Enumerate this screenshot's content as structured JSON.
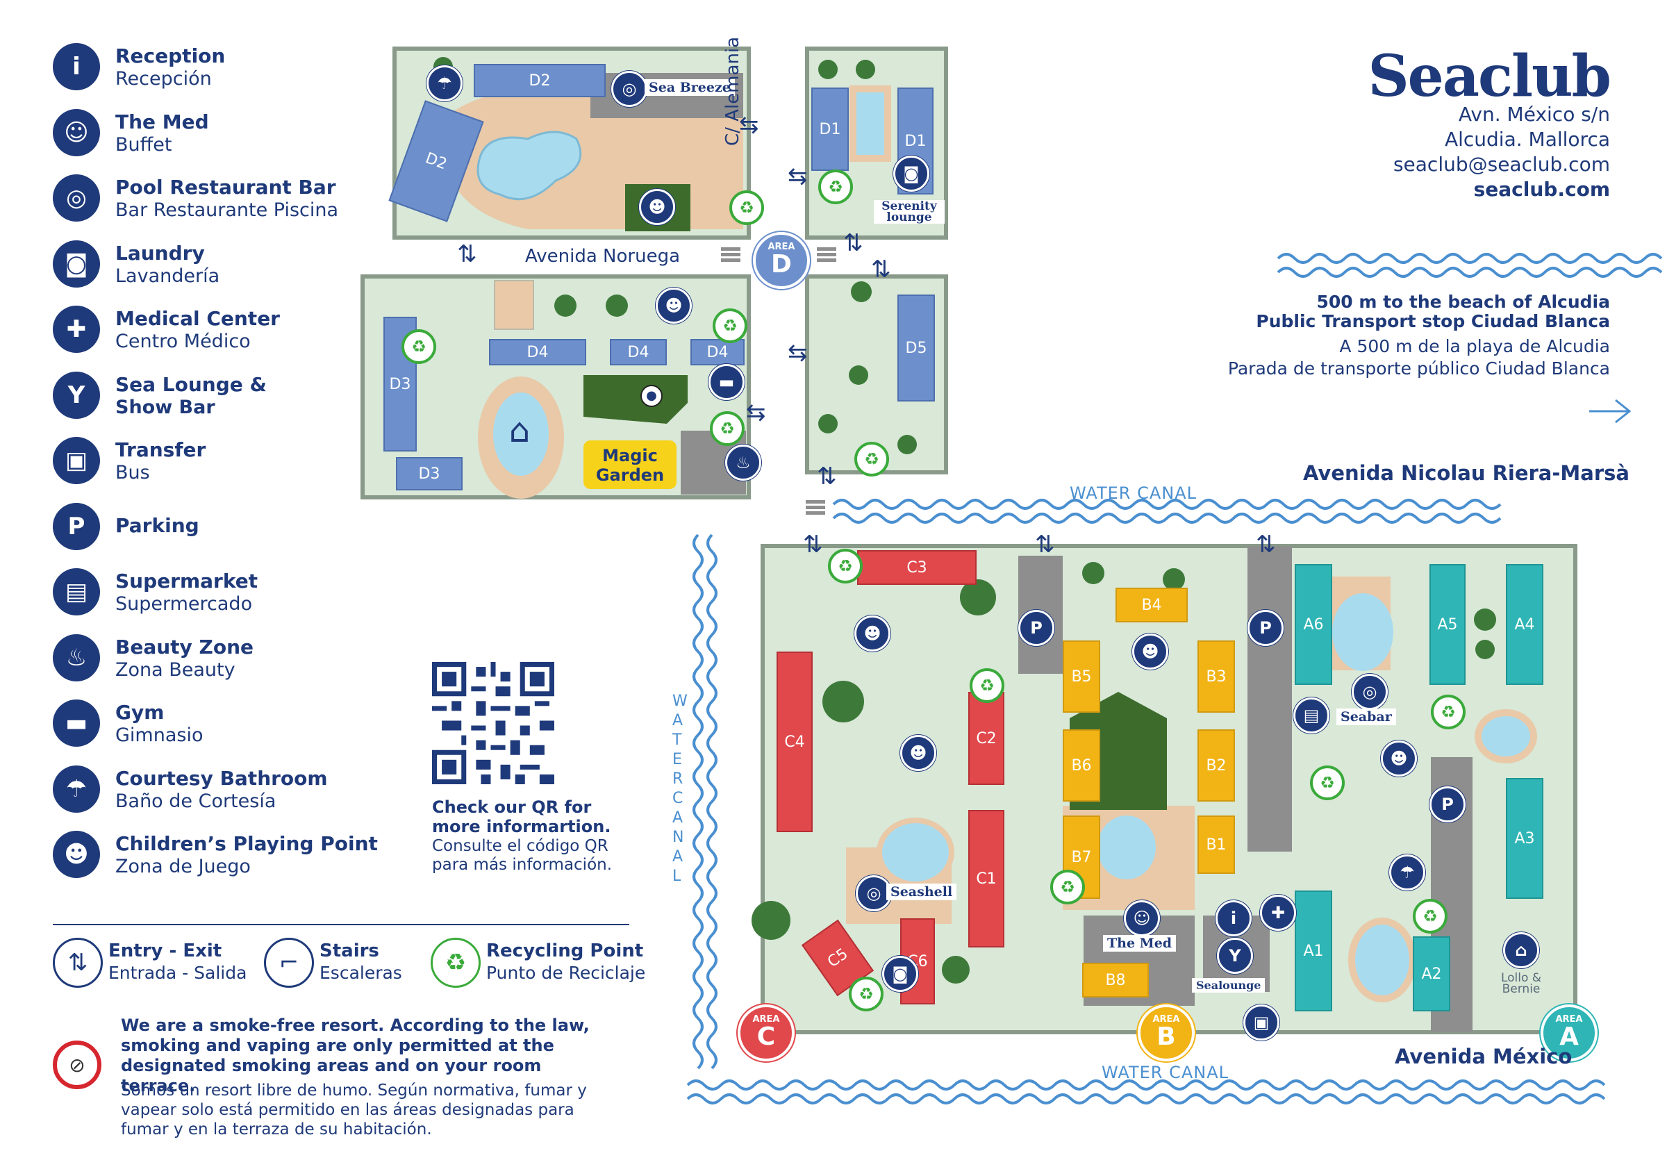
{
  "legend": [
    {
      "icon": "i",
      "icon_name": "info-icon",
      "en": "Reception",
      "es": "Recepción"
    },
    {
      "icon": "☺",
      "icon_name": "chef-icon",
      "en": "The Med",
      "es": "Buffet"
    },
    {
      "icon": "◎",
      "icon_name": "plate-cutlery-icon",
      "en": "Pool Restaurant Bar",
      "es": "Bar Restaurante Piscina"
    },
    {
      "icon": "◙",
      "icon_name": "washing-machine-icon",
      "en": "Laundry",
      "es": "Lavandería"
    },
    {
      "icon": "✚",
      "icon_name": "medical-bag-icon",
      "en": "Medical Center",
      "es": "Centro Médico"
    },
    {
      "icon": "Y",
      "icon_name": "cocktail-icon",
      "en": "Sea Lounge &",
      "es": "Show Bar"
    },
    {
      "icon": "▣",
      "icon_name": "bus-icon",
      "en": "Transfer",
      "es": "Bus"
    },
    {
      "icon": "P",
      "icon_name": "parking-icon",
      "en": "Parking",
      "es": ""
    },
    {
      "icon": "▤",
      "icon_name": "basket-icon",
      "en": "Supermarket",
      "es": "Supermercado"
    },
    {
      "icon": "♨",
      "icon_name": "massage-icon",
      "en": "Beauty Zone",
      "es": "Zona Beauty"
    },
    {
      "icon": "▬",
      "icon_name": "dumbbell-icon",
      "en": "Gym",
      "es": "Gimnasio"
    },
    {
      "icon": "☂",
      "icon_name": "shower-icon",
      "en": "Courtesy Bathroom",
      "es": "Baño de Cortesía"
    },
    {
      "icon": "☻",
      "icon_name": "child-play-icon",
      "en": "Children’s Playing Point",
      "es": "Zona de Juego"
    }
  ],
  "mini_legend": [
    {
      "icon": "⇅",
      "icon_name": "entry-exit-icon",
      "en": "Entry - Exit",
      "es": "Entrada - Salida"
    },
    {
      "icon": "⌐",
      "icon_name": "stairs-icon",
      "en": "Stairs",
      "es": "Escaleras"
    },
    {
      "icon": "♻",
      "icon_name": "recycling-icon",
      "en": "Recycling Point",
      "es": "Punto de Reciclaje"
    }
  ],
  "smoke": {
    "en": "We are a smoke-free resort. According to the law, smoking and vaping are only permitted at the designated smoking areas and on your room terrace.",
    "es": "Somos un resort libre de humo. Según normativa, fumar y vapear solo está permitido en las áreas designadas para fumar y en la terraza de su habitación."
  },
  "qr": {
    "en": "Check our QR for more informartion.",
    "es": "Consulte el código QR para más información."
  },
  "header": {
    "brand": "Seaclub",
    "address1": "Avn. México s/n",
    "address2": "Alcudia. Mallorca",
    "email": "seaclub@seaclub.com",
    "web": "seaclub.com"
  },
  "info": {
    "line1": "500 m to the beach of Alcudia",
    "line2": "Public Transport stop Ciudad Blanca",
    "line3": "A 500 m de la playa de Alcudia",
    "line4": "Parada de transporte público Ciudad Blanca"
  },
  "streets": {
    "noruega": "Avenida Noruega",
    "alemania": "C/ Alemania",
    "nicolau": "Avenida Nicolau Riera-Marsà",
    "mexico": "Avenida México",
    "canal_top": "WATER CANAL",
    "canal_bottom": "WATER CANAL",
    "canal_side": "WATER CANAL"
  },
  "places": {
    "sea_breeze": "Sea Breeze",
    "serenity": "Serenity lounge",
    "magic": "Magic Garden",
    "seashell": "Seashell",
    "the_med": "The Med",
    "sealounge": "Sealounge",
    "seabar": "Seabar",
    "lollo": "Lollo & Bernie"
  },
  "areas": {
    "area_word": "AREA",
    "a": "A",
    "b": "B",
    "c": "C",
    "d": "D"
  },
  "colors": {
    "navy": "#1f3a7a",
    "ground": "#d9e8d7",
    "sand": "#e9c9a8",
    "pool": "#a9dbef",
    "red": "#e0484c",
    "yellow": "#f2b315",
    "teal": "#2fb5b5",
    "blue": "#6d90cc",
    "green": "#3d6b2c",
    "wave": "#4a8fd0"
  }
}
